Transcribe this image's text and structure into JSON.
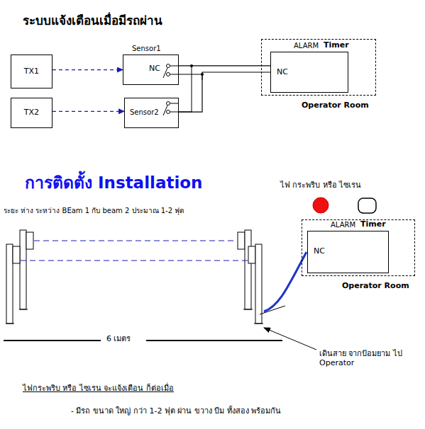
{
  "diagram": {
    "title": "ระบบแจ้งเตือนเมื่อมีรถผ่าน",
    "nodes": [
      {
        "text": [
          "TX1"
        ]
      },
      {
        "text": [
          "TX2"
        ]
      },
      {
        "text": [
          "Sensor1",
          "NC"
        ]
      },
      {
        "text": [
          "Sensor2"
        ]
      },
      {
        "text": [
          "Operator Room"
        ]
      },
      {
        "text": [
          "ALARM",
          "Timer",
          "NC"
        ],
        "in": 4
      },
      {
        "text": [
          "Operator Room"
        ]
      },
      {
        "text": [
          "ALARM",
          "Timer",
          "NC"
        ],
        "in": 6
      }
    ],
    "edges": [
      {
        "from": 0,
        "to": 2,
        "arrow": "to"
      },
      {
        "from": 1,
        "to": 3,
        "arrow": "to"
      },
      {
        "from": 2,
        "to": 5,
        "arrow": "none"
      },
      {
        "from": 3,
        "to": 5,
        "arrow": "none"
      }
    ],
    "labels": [
      "การติดตั้ง Installation",
      "ไฟ กระพริบ หรือ ไซเรน",
      "ระยะ ห่าง ระหว่าง BEam 1 กับ beam 2 ประมาณ 1-2 ฟุต",
      "6 เมตร",
      "เดินสาย จากป้อมยาม ไป Operator",
      "ไฟกระพริบ หรือ ไซเรน จะแจ้งเตือน ก็ต่อเมื่อ",
      "- มีรถ ขนาด ใหญ่ กว่า 1-2 ฟุต ผ่าน ขวาง บีม ทั้งสอง พร้อมกัน"
    ]
  }
}
